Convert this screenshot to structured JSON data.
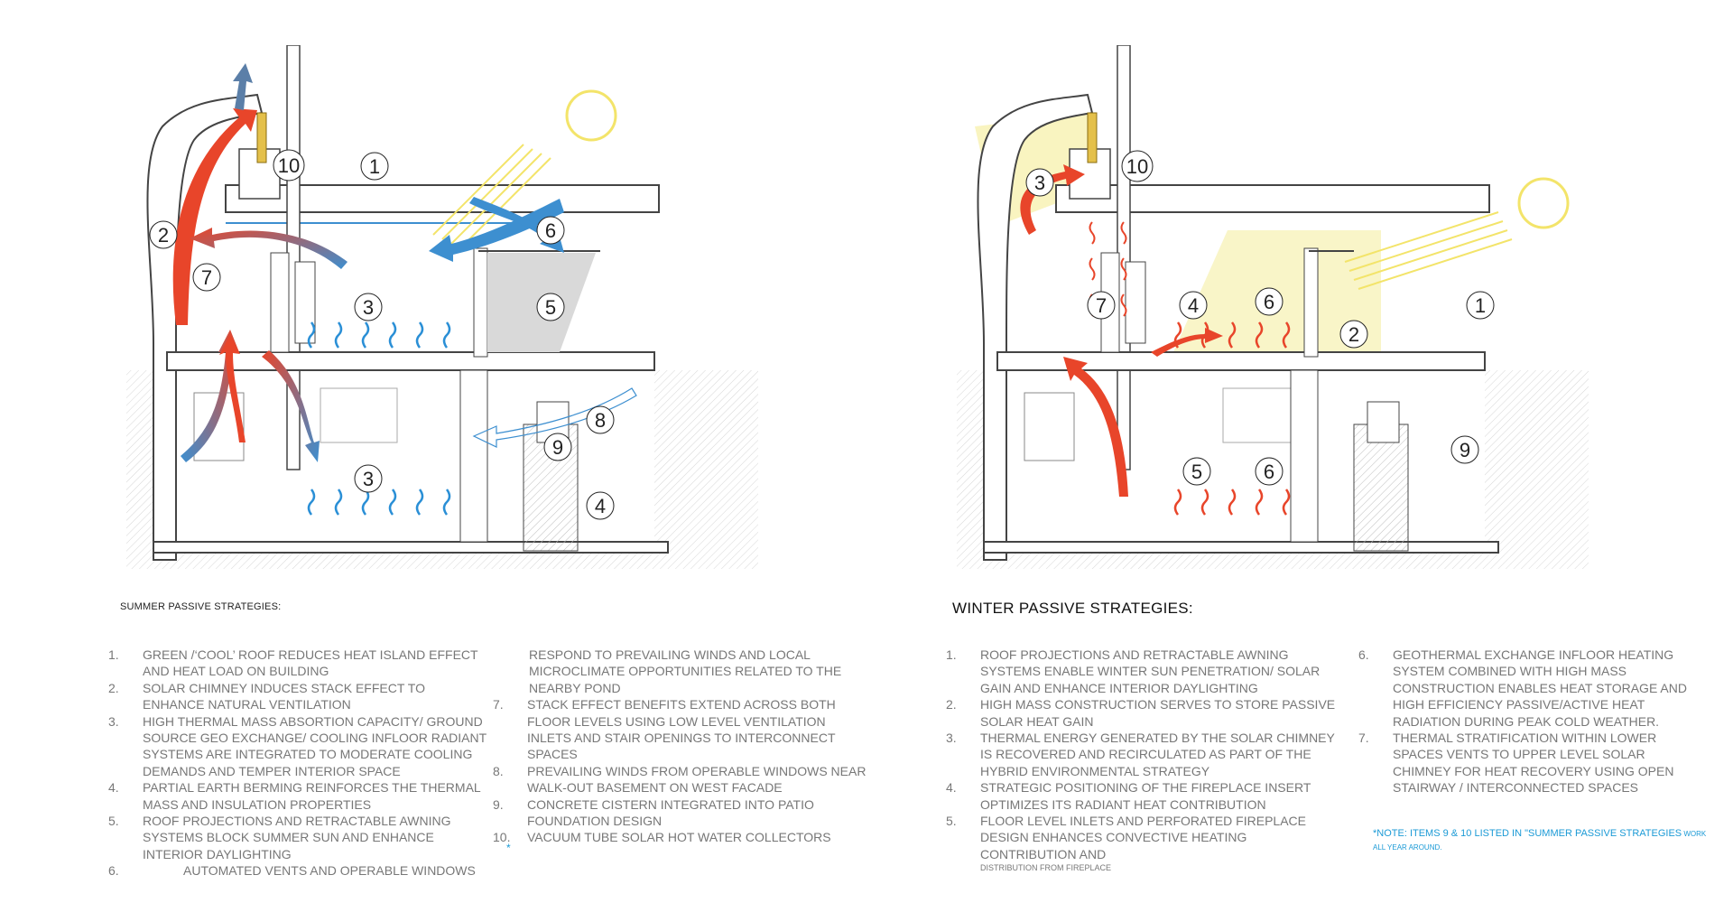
{
  "summer": {
    "heading": "SUMMER PASSIVE STRATEGIES:",
    "items": [
      {
        "num": "1.",
        "text": "GREEN /‘COOL’ ROOF  REDUCES HEAT ISLAND EFFECT AND HEAT LOAD ON BUILDING"
      },
      {
        "num": "2.",
        "text": "SOLAR CHIMNEY INDUCES STACK EFFECT TO ENHANCE NATURAL VENTILATION"
      },
      {
        "num": "3.",
        "text": "HIGH THERMAL MASS ABSORTION CAPACITY/  GROUND SOURCE GEO EXCHANGE/  COOLING INFLOOR  RADIANT SYSTEMS ARE INTEGRATED TO MODERATE COOLING DEMANDS AND TEMPER INTERIOR SPACE"
      },
      {
        "num": "4.",
        "text": "PARTIAL EARTH BERMING REINFORCES THE THERMAL MASS AND INSULATION PROPERTIES"
      },
      {
        "num": "5.",
        "text": "ROOF PROJECTIONS  AND RETRACTABLE AWNING SYSTEMS  BLOCK  SUMMER SUN AND  ENHANCE INTERIOR DAYLIGHTING"
      },
      {
        "num": "6.",
        "text": "AUTOMATED VENTS AND OPERABLE WINDOWS"
      }
    ],
    "item6_continued": "RESPOND TO PREVAILING WINDS AND LOCAL MICROCLIMATE OPPORTUNITIES RELATED TO THE NEARBY POND",
    "items_b": [
      {
        "num": "7.",
        "text": "STACK EFFECT BENEFITS EXTEND ACROSS BOTH FLOOR LEVELS USING LOW LEVEL VENTILATION INLETS  AND STAIR OPENINGS TO INTERCONNECT SPACES"
      },
      {
        "num": "8.",
        "text": "PREVAILING WINDS FROM OPERABLE WINDOWS NEAR WALK-OUT BASEMENT ON WEST FACADE"
      },
      {
        "num": "9.",
        "text": "CONCRETE CISTERN INTEGRATED INTO PATIO FOUNDATION DESIGN"
      },
      {
        "num": "10.",
        "text": "VACUUM TUBE SOLAR HOT WATER COLLECTORS"
      }
    ],
    "asterisk": "*"
  },
  "winter": {
    "heading": "WINTER PASSIVE STRATEGIES:",
    "items": [
      {
        "num": "1.",
        "text": "ROOF PROJECTIONS  AND RETRACTABLE AWNING  SYSTEMS ENABLE WINTER SUN PENETRATION/ SOLAR GAIN  AND ENHANCE  INTERIOR DAYLIGHTING"
      },
      {
        "num": "2.",
        "text": "HIGH MASS CONSTRUCTION SERVES TO STORE PASSIVE  SOLAR HEAT GAIN"
      },
      {
        "num": "3.",
        "text": "THERMAL ENERGY GENERATED BY THE SOLAR CHIMNEY IS RECOVERED AND RECIRCULATED AS PART OF THE HYBRID ENVIRONMENTAL STRATEGY"
      },
      {
        "num": "4.",
        "text": "STRATEGIC POSITIONING  OF THE FIREPLACE INSERT OPTIMIZES ITS RADIANT HEAT CONTRIBUTION"
      },
      {
        "num": "5.",
        "text": "FLOOR LEVEL INLETS AND PERFORATED FIREPLACE DESIGN ENHANCES CONVECTIVE HEATING CONTRIBUTION AND"
      }
    ],
    "item5_tail": "DISTRIBUTION FROM FIREPLACE",
    "items_b": [
      {
        "num": "6.",
        "text": "GEOTHERMAL EXCHANGE INFLOOR  HEATING SYSTEM COMBINED WITH HIGH MASS CONSTRUCTION ENABLES HEAT STORAGE AND HIGH EFFICIENCY PASSIVE/ACTIVE HEAT RADIATION DURING PEAK COLD WEATHER."
      },
      {
        "num": "7.",
        "text": "THERMAL STRATIFICATION WITHIN LOWER SPACES VENTS TO UPPER LEVEL SOLAR CHIMNEY FOR HEAT RECOVERY  USING  OPEN STAIRWAY / INTERCONNECTED SPACES"
      }
    ],
    "note_main": "*NOTE: ITEMS 9 & 10 LISTED IN \"SUMMER PASSIVE STRATEGIES",
    "note_small1": " WORK",
    "note_small2": "ALL YEAR AROUND."
  },
  "summer_labels": [
    "1",
    "2",
    "3",
    "3",
    "4",
    "5",
    "6",
    "7",
    "8",
    "9",
    "10"
  ],
  "winter_labels": [
    "1",
    "2",
    "3",
    "4",
    "5",
    "6",
    "6",
    "7",
    "9",
    "10"
  ],
  "colors": {
    "cool": "#2a8fd6",
    "warm": "#e8452a",
    "sun": "#f3e46a",
    "line": "#444444"
  }
}
